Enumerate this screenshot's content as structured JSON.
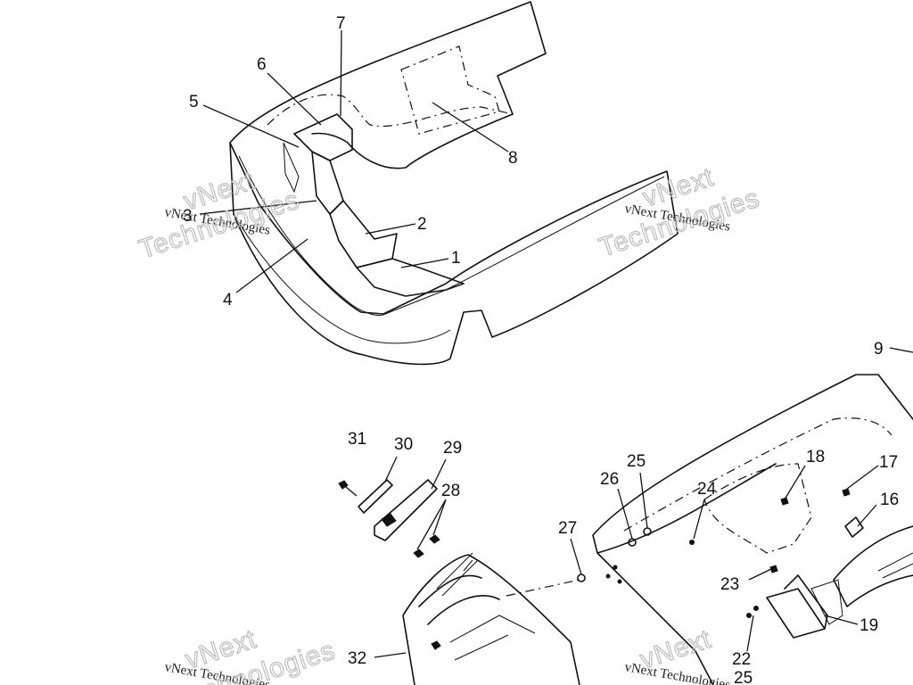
{
  "callouts": [
    {
      "id": "1",
      "label": "1"
    },
    {
      "id": "2",
      "label": "2"
    },
    {
      "id": "3",
      "label": "3"
    },
    {
      "id": "4",
      "label": "4"
    },
    {
      "id": "5",
      "label": "5"
    },
    {
      "id": "6",
      "label": "6"
    },
    {
      "id": "7",
      "label": "7"
    },
    {
      "id": "8",
      "label": "8"
    },
    {
      "id": "9",
      "label": "9"
    },
    {
      "id": "16",
      "label": "16"
    },
    {
      "id": "17",
      "label": "17"
    },
    {
      "id": "18",
      "label": "18"
    },
    {
      "id": "19",
      "label": "19"
    },
    {
      "id": "22",
      "label": "22"
    },
    {
      "id": "23",
      "label": "23"
    },
    {
      "id": "24",
      "label": "24"
    },
    {
      "id": "25",
      "label": "25"
    },
    {
      "id": "25b",
      "label": "25"
    },
    {
      "id": "26",
      "label": "26"
    },
    {
      "id": "27",
      "label": "27"
    },
    {
      "id": "28",
      "label": "28"
    },
    {
      "id": "29",
      "label": "29"
    },
    {
      "id": "30",
      "label": "30"
    },
    {
      "id": "31",
      "label": "31"
    },
    {
      "id": "32",
      "label": "32"
    }
  ],
  "watermark": {
    "small": "vNext Technologies",
    "big_line1": "vNext",
    "big_line2": "Technologies"
  }
}
